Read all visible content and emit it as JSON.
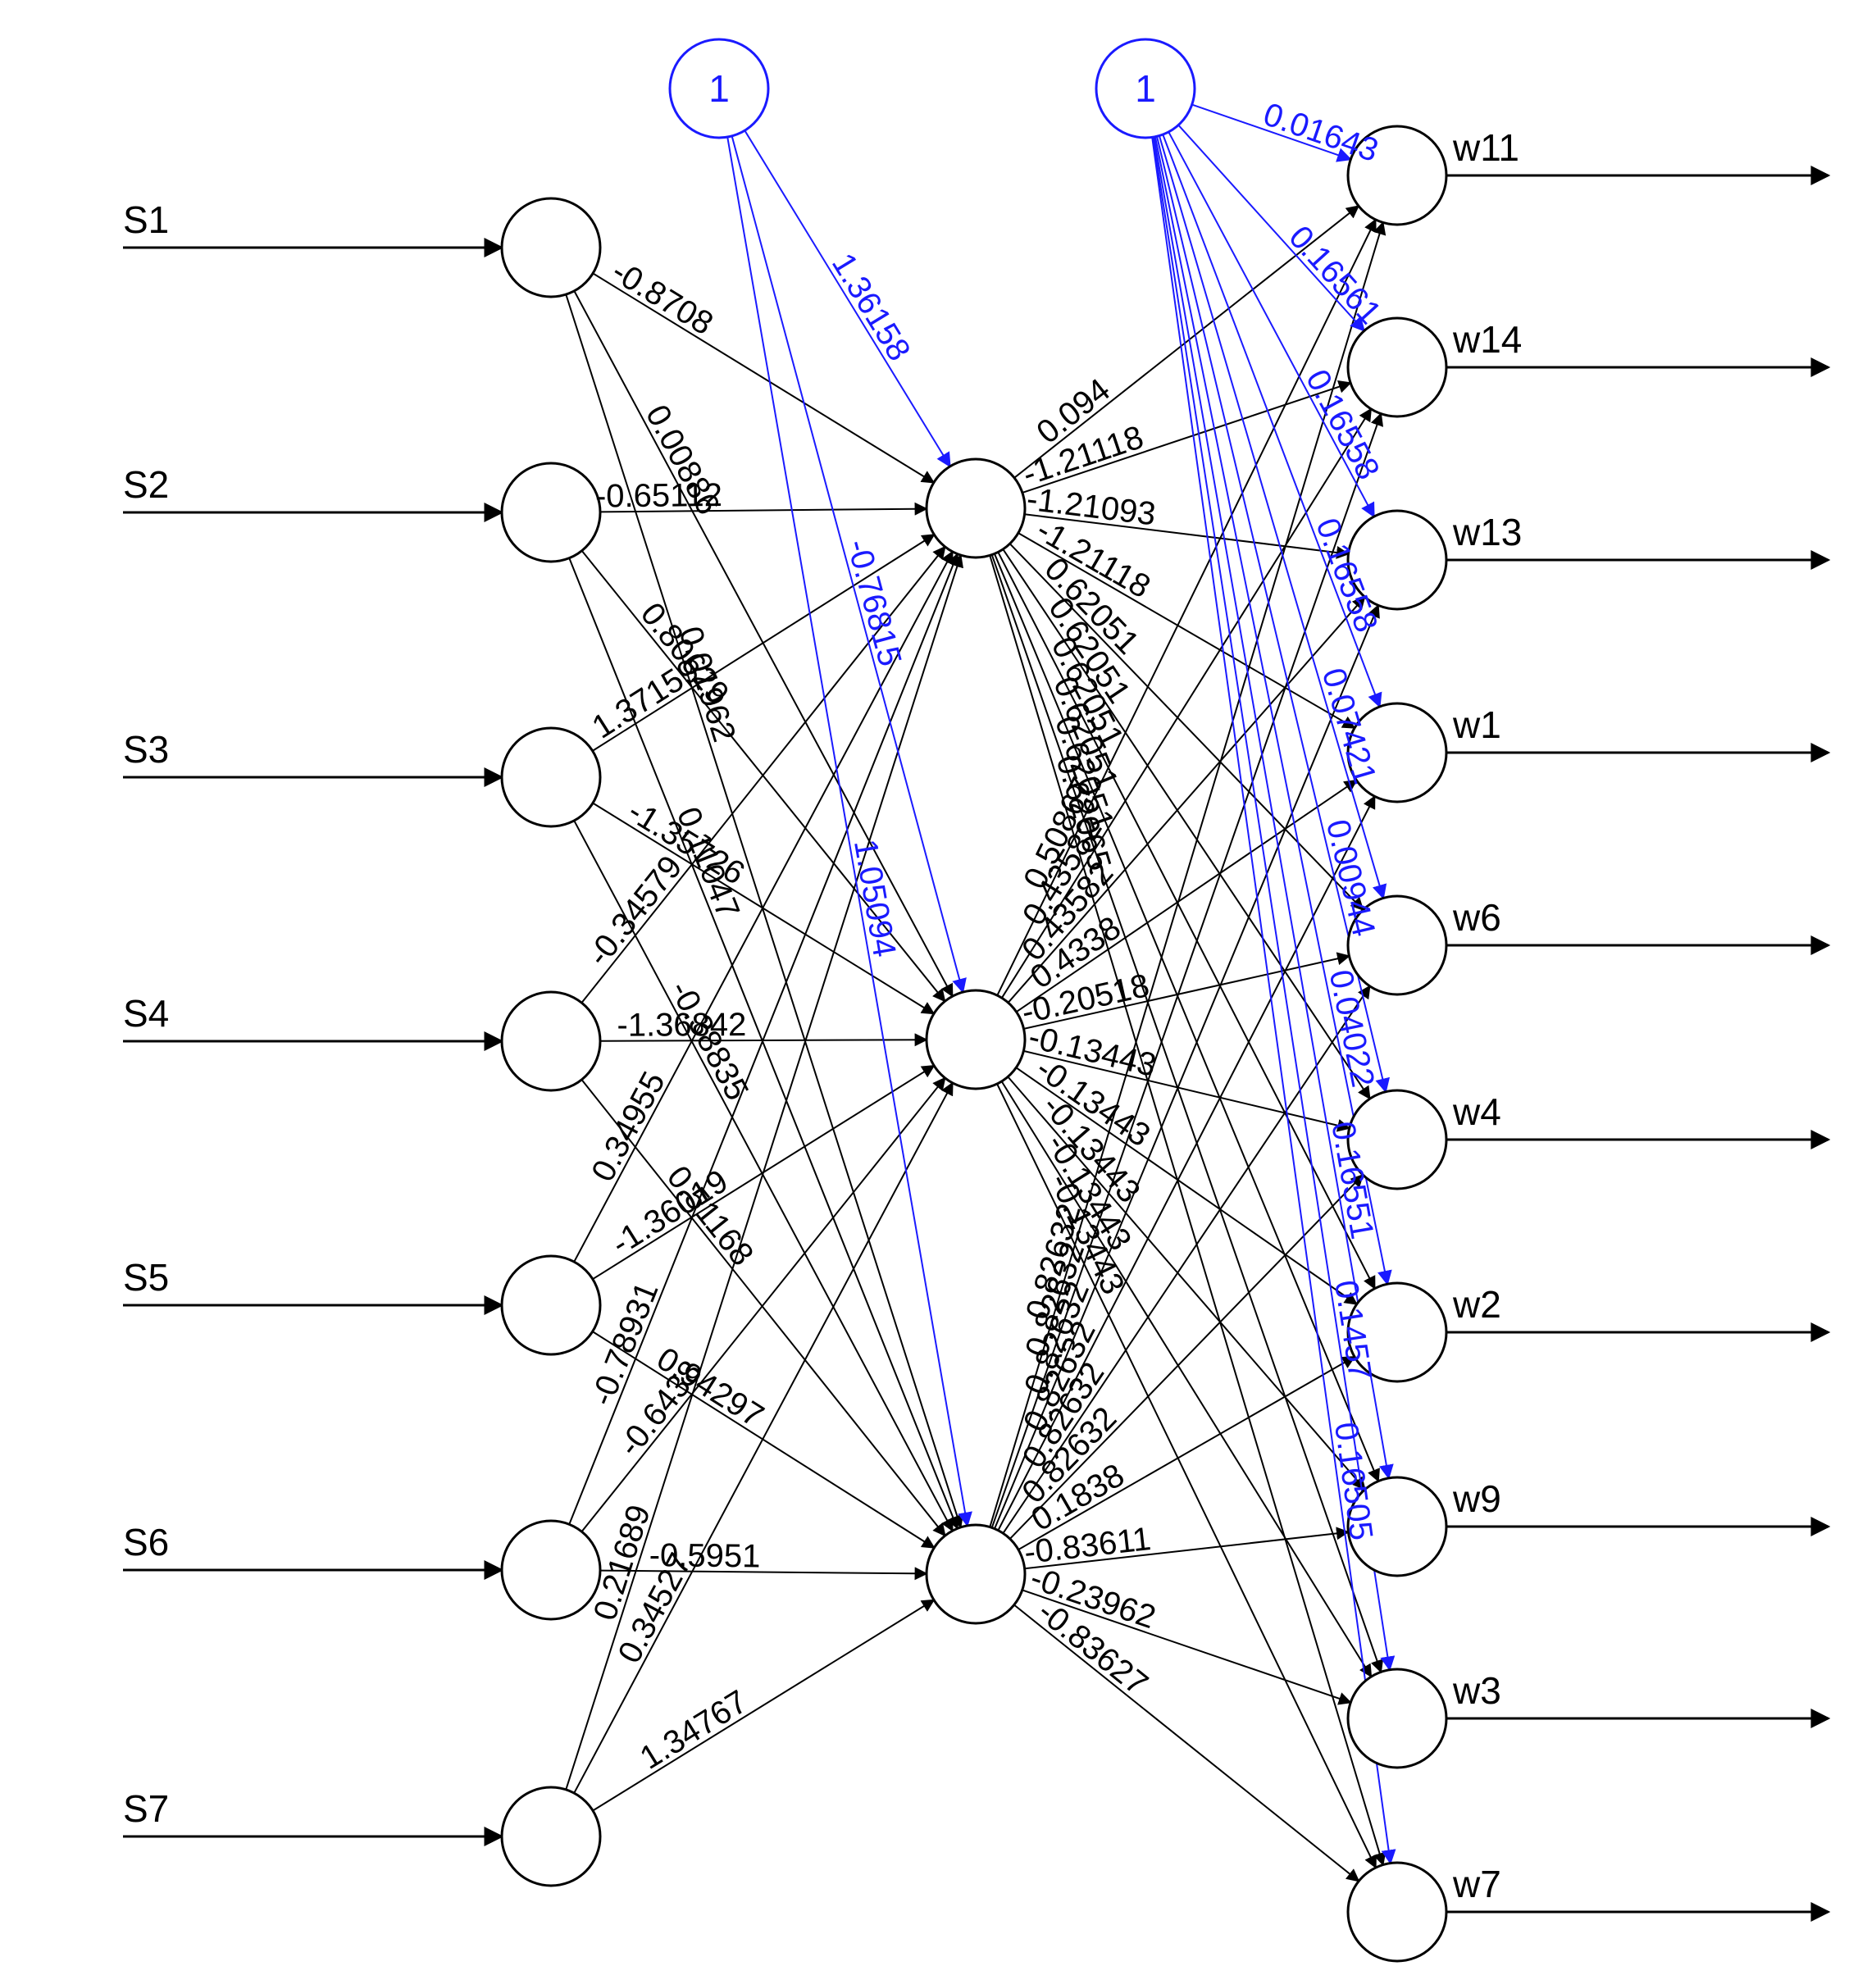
{
  "inputs": [
    "S1",
    "S2",
    "S3",
    "S4",
    "S5",
    "S6",
    "S7"
  ],
  "hidden_count": 3,
  "outputs": [
    "w11",
    "w14",
    "w13",
    "w1",
    "w6",
    "w4",
    "w2",
    "w9",
    "w3",
    "w7"
  ],
  "bias_label": "1",
  "colors": {
    "weights": "#000000",
    "bias": "#1a1aff"
  },
  "input_hidden_weights": [
    [
      "-0.8708",
      "0.00886",
      "0.01962"
    ],
    [
      "-0.65112",
      "0.80629",
      "0.11047"
    ],
    [
      "1.37159",
      "-1.35726",
      "-0.38835"
    ],
    [
      "-0.34579",
      "-1.36842",
      "0.51168"
    ],
    [
      "0.34955",
      "-1.36019",
      "0.94297"
    ],
    [
      "-0.78931",
      "-0.6438",
      "-0.5951"
    ],
    [
      "0.21689",
      "0.34527",
      "1.34767"
    ]
  ],
  "hidden_bias_weights": [
    "1.36158",
    "-0.76815",
    "1.05094"
  ],
  "hidden_output_weights": [
    [
      "0.094",
      "-1.21118",
      "-1.21093",
      "-1.21118",
      "0.62051",
      "0.62051",
      "0.62051",
      "0.62051",
      "0.62051",
      "0.62065"
    ],
    [
      "0.50867",
      "0.43582",
      "0.43582",
      "0.4338",
      "-0.20518",
      "-0.13443",
      "-0.13443",
      "-0.13443",
      "-0.13443",
      "-0.13443"
    ],
    [
      "0.82632",
      "0.82632",
      "0.82632",
      "0.82632",
      "0.82632",
      "0.82632",
      "0.1838",
      "-0.83611",
      "-0.23962",
      "-0.83627"
    ]
  ],
  "output_bias_weights": [
    "0.01643",
    "0.16561",
    "0.16558",
    "0.16558",
    "0.07421",
    "0.00944",
    "0.04022",
    "0.16551",
    "0.1457",
    "0.16505"
  ]
}
